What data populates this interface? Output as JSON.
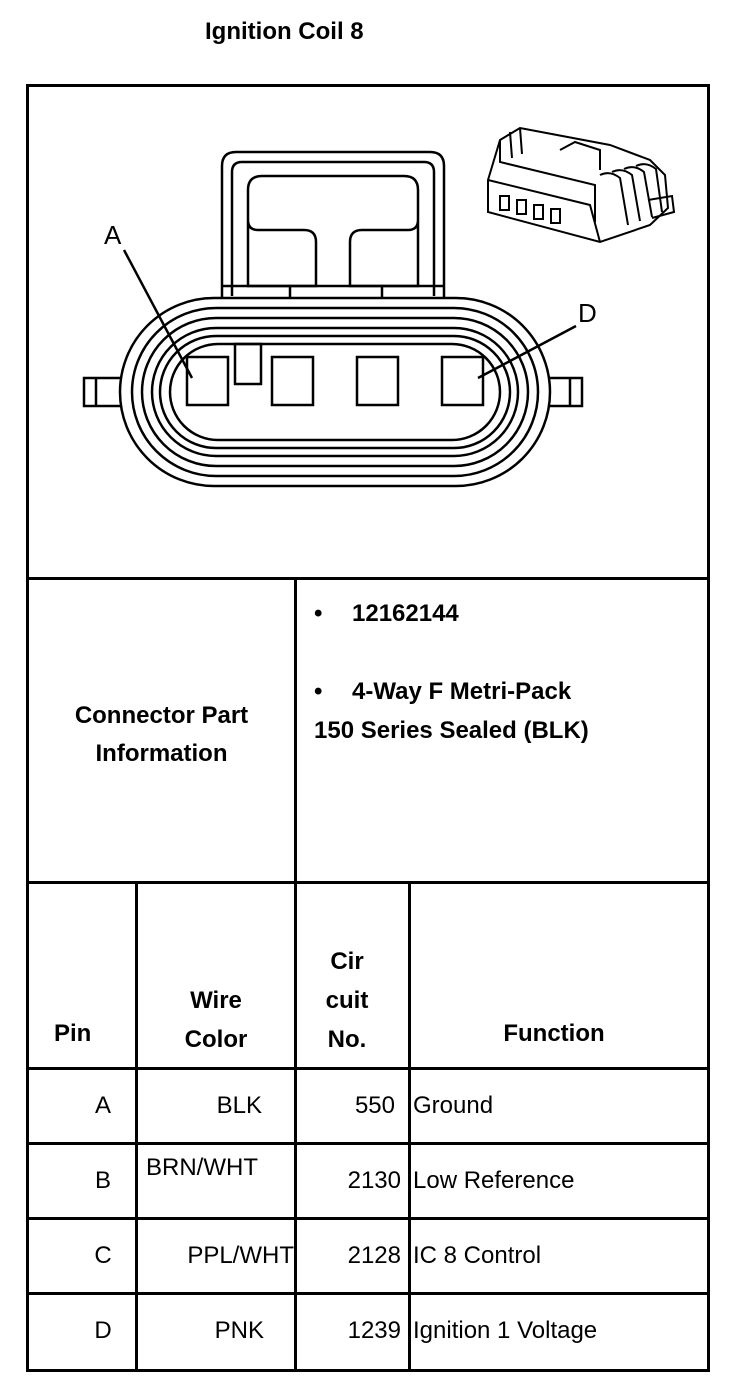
{
  "title": "Ignition Coil 8",
  "diagram": {
    "pin_label_a": "A",
    "pin_label_d": "D"
  },
  "part_info": {
    "label_line1": "Connector Part",
    "label_line2": "Information",
    "bullet": "•",
    "part_number": "12162144",
    "desc_line1": "4-Way F Metri-Pack",
    "desc_line2": "150 Series Sealed (BLK)"
  },
  "table": {
    "headers": {
      "pin": "Pin",
      "wire_line1": "Wire",
      "wire_line2": "Color",
      "circuit_line1": "Cir",
      "circuit_line2": "cuit",
      "circuit_line3": "No.",
      "function": "Function"
    },
    "rows": [
      {
        "pin": "A",
        "color": "BLK",
        "circuit": "550",
        "function": "Ground"
      },
      {
        "pin": "B",
        "color": "BRN/WHT",
        "circuit": "2130",
        "function": "Low Reference"
      },
      {
        "pin": "C",
        "color": "PPL/WHT",
        "circuit": "2128",
        "function": "IC 8 Control"
      },
      {
        "pin": "D",
        "color": "PNK",
        "circuit": "1239",
        "function": "Ignition 1 Voltage"
      }
    ]
  }
}
